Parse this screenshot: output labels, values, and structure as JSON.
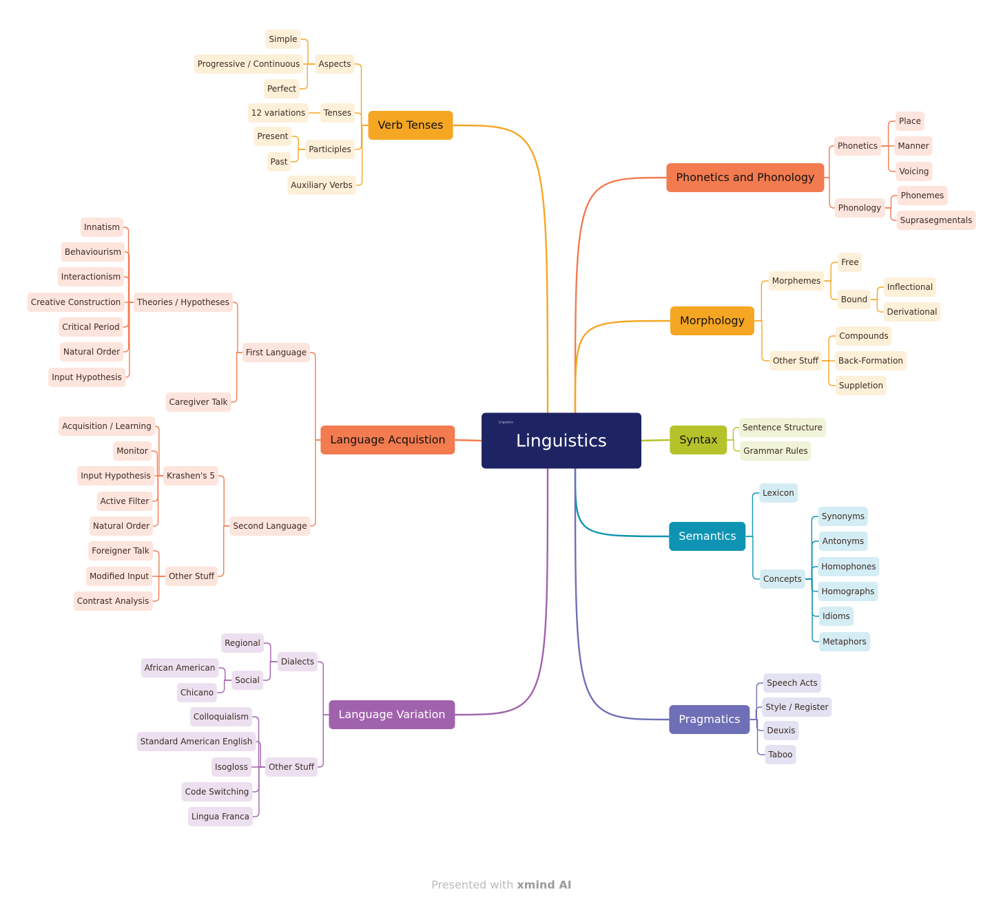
{
  "root": {
    "label": "Linguistics",
    "caption": "Linguistics"
  },
  "branches": [
    {
      "label": "Verb Tenses",
      "color": "#f5a623",
      "fill": "#f5a623",
      "light": "#fdf0d9",
      "text": "#111111",
      "children": [
        {
          "label": "Aspects",
          "children": [
            {
              "label": "Simple"
            },
            {
              "label": "Progressive / Continuous"
            },
            {
              "label": "Perfect"
            }
          ]
        },
        {
          "label": "Tenses",
          "children": [
            {
              "label": "12 variations"
            }
          ]
        },
        {
          "label": "Participles",
          "children": [
            {
              "label": "Present"
            },
            {
              "label": "Past"
            }
          ]
        },
        {
          "label": "Auxiliary Verbs"
        }
      ]
    },
    {
      "label": "Language Acquistion",
      "color": "#f27b50",
      "fill": "#f27b50",
      "light": "#fde4dc",
      "text": "#111111",
      "children": [
        {
          "label": "First Language",
          "children": [
            {
              "label": "Theories / Hypotheses",
              "children": [
                {
                  "label": "Innatism"
                },
                {
                  "label": "Behaviourism"
                },
                {
                  "label": "Interactionism"
                },
                {
                  "label": "Creative Construction"
                },
                {
                  "label": "Critical Period"
                },
                {
                  "label": "Natural Order"
                },
                {
                  "label": "Input Hypothesis"
                }
              ]
            },
            {
              "label": "Caregiver Talk"
            }
          ]
        },
        {
          "label": "Second Language",
          "children": [
            {
              "label": "Krashen's 5",
              "children": [
                {
                  "label": "Acquisition / Learning"
                },
                {
                  "label": "Monitor"
                },
                {
                  "label": "Input Hypothesis"
                },
                {
                  "label": "Active Filter"
                },
                {
                  "label": "Natural Order"
                }
              ]
            },
            {
              "label": "Other Stuff",
              "children": [
                {
                  "label": "Foreigner Talk"
                },
                {
                  "label": "Modified Input"
                },
                {
                  "label": "Contrast Analysis"
                }
              ]
            }
          ]
        }
      ]
    },
    {
      "label": "Language Variation",
      "color": "#a162ad",
      "fill": "#a162ad",
      "light": "#ece0f0",
      "text": "#ffffff",
      "children": [
        {
          "label": "Dialects",
          "children": [
            {
              "label": "Regional"
            },
            {
              "label": "Social",
              "children": [
                {
                  "label": "African American"
                },
                {
                  "label": "Chicano"
                }
              ]
            }
          ]
        },
        {
          "label": "Other Stuff",
          "children": [
            {
              "label": "Colloquialism"
            },
            {
              "label": "Standard American English"
            },
            {
              "label": "Isogloss"
            },
            {
              "label": "Code Switching"
            },
            {
              "label": "Lingua Franca"
            }
          ]
        }
      ]
    },
    {
      "label": "Phonetics and Phonology",
      "color": "#f27b50",
      "fill": "#f27b50",
      "light": "#fde4dc",
      "text": "#111111",
      "children": [
        {
          "label": "Phonetics",
          "children": [
            {
              "label": "Place"
            },
            {
              "label": "Manner"
            },
            {
              "label": "Voicing"
            }
          ]
        },
        {
          "label": "Phonology",
          "children": [
            {
              "label": "Phonemes"
            },
            {
              "label": "Suprasegmentals"
            }
          ]
        }
      ]
    },
    {
      "label": "Morphology",
      "color": "#f5a623",
      "fill": "#f5a623",
      "light": "#fdf0d9",
      "text": "#111111",
      "children": [
        {
          "label": "Morphemes",
          "children": [
            {
              "label": "Free"
            },
            {
              "label": "Bound",
              "children": [
                {
                  "label": "Inflectional"
                },
                {
                  "label": "Derivational"
                }
              ]
            }
          ]
        },
        {
          "label": "Other Stuff",
          "children": [
            {
              "label": "Compounds"
            },
            {
              "label": "Back-Formation"
            },
            {
              "label": "Suppletion"
            }
          ]
        }
      ]
    },
    {
      "label": "Syntax",
      "color": "#b5c22a",
      "fill": "#b5c22a",
      "light": "#f0f3d8",
      "text": "#111111",
      "children": [
        {
          "label": "Sentence Structure"
        },
        {
          "label": "Grammar Rules"
        }
      ]
    },
    {
      "label": "Semantics",
      "color": "#0f93b3",
      "fill": "#0f93b3",
      "light": "#d4edf4",
      "text": "#ffffff",
      "children": [
        {
          "label": "Lexicon"
        },
        {
          "label": "Concepts",
          "children": [
            {
              "label": "Synonyms"
            },
            {
              "label": "Antonyms"
            },
            {
              "label": "Homophones"
            },
            {
              "label": "Homographs"
            },
            {
              "label": "Idioms"
            },
            {
              "label": "Metaphors"
            }
          ]
        }
      ]
    },
    {
      "label": "Pragmatics",
      "color": "#6f6fb7",
      "fill": "#6f6fb7",
      "light": "#e2e2f2",
      "text": "#ffffff",
      "children": [
        {
          "label": "Speech Acts"
        },
        {
          "label": "Style / Register"
        },
        {
          "label": "Deuxis"
        },
        {
          "label": "Taboo"
        }
      ]
    }
  ],
  "footer": {
    "prefix": "Presented with",
    "brand": "xmind AI"
  }
}
